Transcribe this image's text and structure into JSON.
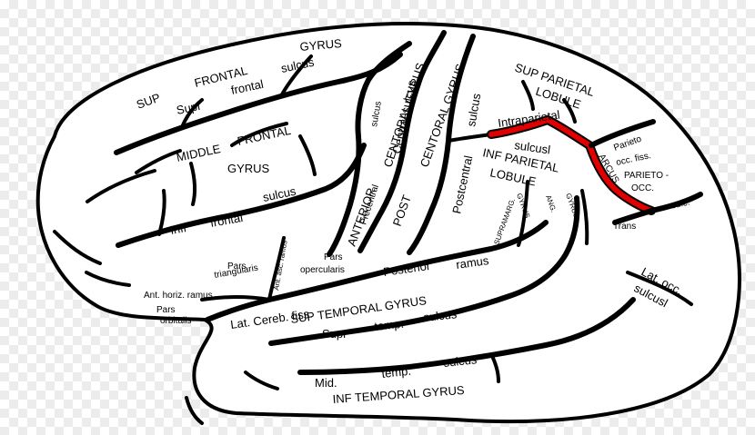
{
  "labels": {
    "sup_frontal_gyrus_1": "SUP",
    "sup_frontal_gyrus_2": "FRONTAL",
    "sup_frontal_gyrus_3": "GYRUS",
    "supr_frontal_sulcus_1": "Supr",
    "supr_frontal_sulcus_2": "frontal",
    "supr_frontal_sulcus_3": "sulcus",
    "middle_frontal_gyrus_1": "MIDDLE",
    "middle_frontal_gyrus_2": "FRONTAL",
    "middle_frontal_gyrus_3": "GYRUS",
    "infr_frontal_sulcus_1": "Infr",
    "infr_frontal_sulcus_2": "frontal",
    "infr_frontal_sulcus_3": "sulcus",
    "precentral_sulcus_1": "sulcus",
    "precentral_sulcus_2": "Precentral",
    "central_sulcus": "Central sulcus",
    "anterior_central_gyrus_1": "CENTORAL GYRUS",
    "anterior_central_gyrus_2": "ANTERIOR",
    "post_central_gyrus_1": "CENTORAL GYRUS",
    "post_central_gyrus_2": "POST",
    "postcentral_sulcus_1": "sulcus",
    "postcentral_sulcus_2": "Postcentral",
    "sup_parietal_lobule_1": "SUP PARIETAL",
    "sup_parietal_lobule_2": "LOBULE",
    "intraparietal_sulcus_1": "Intraparietal",
    "intraparietal_sulcus_2": "sulcusl",
    "inf_parietal_lobule_1": "INF  PARIETAL",
    "inf_parietal_lobule_2": "LOBULE",
    "arcus": "ARCUS",
    "parieto_occ_fiss_1": "Parieto",
    "parieto_occ_fiss_2": "occ. fiss.",
    "parieto_occ_1": "PARIETO -",
    "parieto_occ_2": "OCC.",
    "trans_occ_sulc_1": "Trans",
    "trans_occ_sulc_2": "occ. sulc.",
    "supramarg_gyrus_1": "SUPRAMARG.",
    "supramarg_gyrus_2": "GYRUS",
    "ang_gyrus_1": "ANG.",
    "ang_gyrus_2": "GYRUS",
    "pars_triangularis_1": "Pars",
    "pars_triangularis_2": "triangularis",
    "ant_asc_ramus": "Ant. asc. ramus",
    "pars_opercularis_1": "Pars",
    "pars_opercularis_2": "opercularis",
    "ant_horiz_ramus": "Ant. horiz. ramus",
    "pars_orbitalis_1": "Pars",
    "pars_orbitalis_2": "orbitalis",
    "lat_cereb_fiss": "Lat. Cereb. fiss.",
    "posterior_ramus_1": "Posterior",
    "posterior_ramus_2": "ramus",
    "sup_temporal_gyrus": "SUP  TEMPORAL  GYRUS",
    "supr_temp_sulcus_1": "Supr",
    "supr_temp_sulcus_2": "temp.",
    "supr_temp_sulcus_3": "sulcus",
    "lat_occ_sulcus_1": "Lat. occ.",
    "lat_occ_sulcus_2": "sulcusl",
    "mid_temp_sulcus_1": "Mid.",
    "mid_temp_sulcus_2": "temp.",
    "mid_temp_sulcus_3": "sulcus",
    "inf_temporal_gyrus": "INF  TEMPORAL  GYRUS"
  },
  "colors": {
    "highlight": "#e00000",
    "outline": "#000000",
    "fill": "#ffffff"
  }
}
